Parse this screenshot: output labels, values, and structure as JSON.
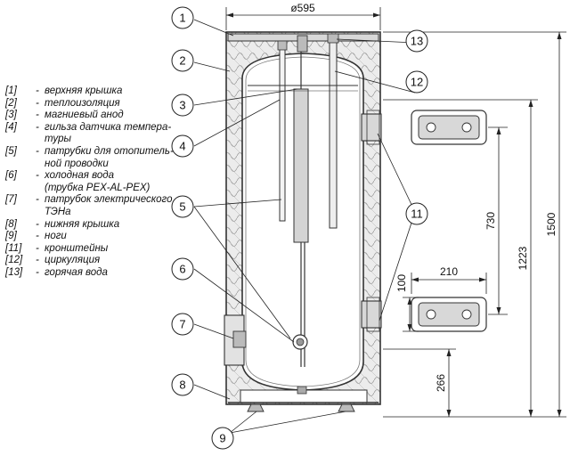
{
  "legend": [
    {
      "num": "[1]",
      "dash": "-",
      "text": "верхняя крышка"
    },
    {
      "num": "[2]",
      "dash": "-",
      "text": "теплоизоляция"
    },
    {
      "num": "[3]",
      "dash": "-",
      "text": "магниевый анод"
    },
    {
      "num": "[4]",
      "dash": "-",
      "text": "гильза датчика темпера-"
    },
    {
      "num": "",
      "dash": "",
      "text": "туры"
    },
    {
      "num": "[5]",
      "dash": "-",
      "text": "патрубки для отопитель-"
    },
    {
      "num": "",
      "dash": "",
      "text": "ной проводки"
    },
    {
      "num": "[6]",
      "dash": "-",
      "text": "холодная вода"
    },
    {
      "num": "",
      "dash": "",
      "text": "(трубка PEX-AL-PEX)"
    },
    {
      "num": "[7]",
      "dash": "-",
      "text": "патрубок электрического"
    },
    {
      "num": "",
      "dash": "",
      "text": "ТЭНа"
    },
    {
      "num": "[8]",
      "dash": "-",
      "text": "нижняя крышка"
    },
    {
      "num": "[9]",
      "dash": "-",
      "text": "ноги"
    },
    {
      "num": "[11]",
      "dash": "-",
      "text": "кронштейны"
    },
    {
      "num": "[12]",
      "dash": "-",
      "text": "циркуляция"
    },
    {
      "num": "[13]",
      "dash": "-",
      "text": "горячая вода"
    }
  ],
  "callouts": {
    "c1": "1",
    "c2": "2",
    "c3": "3",
    "c4": "4",
    "c5": "5",
    "c6": "6",
    "c7": "7",
    "c8": "8",
    "c9": "9",
    "c11": "11",
    "c12": "12",
    "c13": "13"
  },
  "dimensions": {
    "diameter": "ø595",
    "d1500": "1500",
    "d1223": "1223",
    "d730": "730",
    "d266": "266",
    "d210": "210",
    "d100": "100"
  }
}
